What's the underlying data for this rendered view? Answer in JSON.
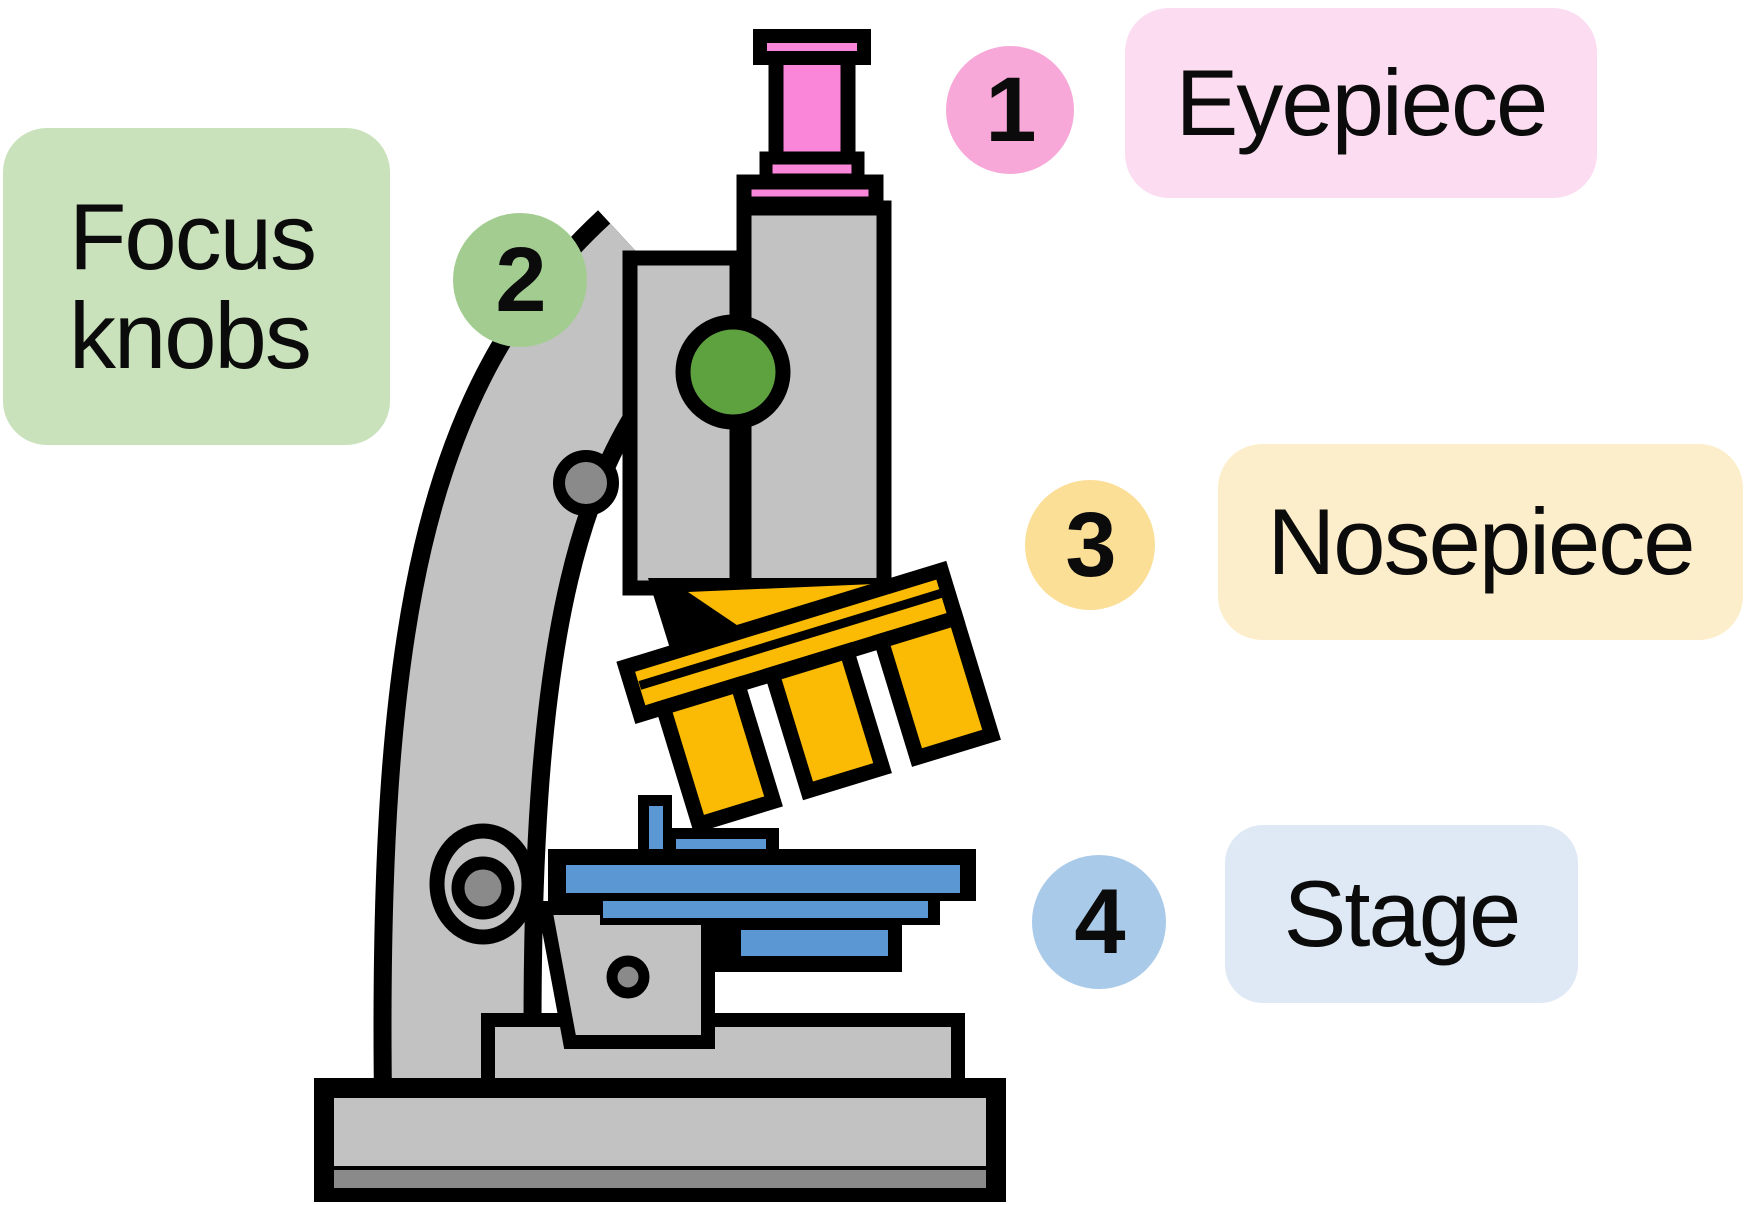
{
  "colors": {
    "canvas": "#ffffff",
    "outline": "#000000",
    "metal": "#c2c2c2",
    "metal-dark": "#8a8a8a",
    "eyepiece": "#fa86d9",
    "eyepiece-badge": "#f7a8d8",
    "eyepiece-box": "#fbdcf1",
    "focus": "#5ea13f",
    "focus-badge": "#a3cd90",
    "focus-box": "#c9e2bb",
    "nosepiece": "#fbbb04",
    "nosepiece-badge": "#fbdf96",
    "nosepiece-box": "#fceecb",
    "stage": "#5b97d3",
    "stage-badge": "#a9cae9",
    "stage-box": "#dee9f5"
  },
  "parts": [
    {
      "number": "1",
      "label": "Eyepiece"
    },
    {
      "number": "2",
      "label": "Focus knobs"
    },
    {
      "number": "3",
      "label": "Nosepiece"
    },
    {
      "number": "4",
      "label": "Stage"
    }
  ]
}
